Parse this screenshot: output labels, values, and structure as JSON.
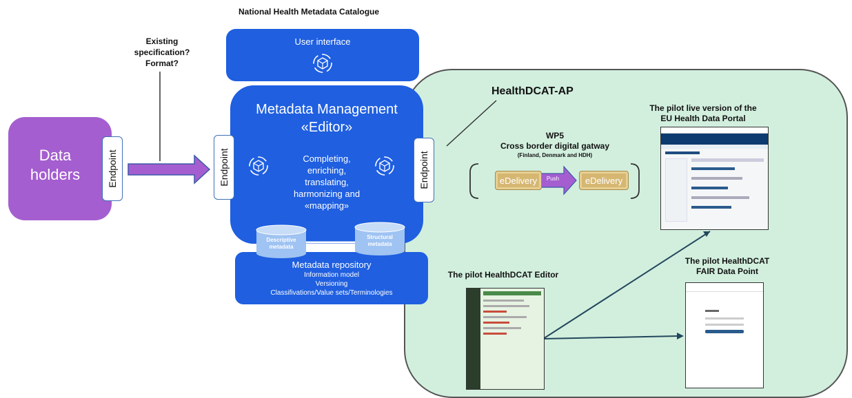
{
  "catalogue_title": "National Health Metadata Catalogue",
  "question": [
    "Existing",
    "specification?",
    "Format?"
  ],
  "data_holders": [
    "Data",
    "holders"
  ],
  "endpoint_label": "Endpoint",
  "user_interface": "User interface",
  "metadata_management": [
    "Metadata Management",
    "«Editor»"
  ],
  "process_text": [
    "Completing,",
    "enriching,",
    "translating,",
    "harmonizing and",
    "«mapping»"
  ],
  "cylinders": {
    "descriptive": [
      "Descriptive",
      "metadata"
    ],
    "structural": [
      "Structural",
      "metadata"
    ]
  },
  "repository": {
    "title": "Metadata repository",
    "lines": [
      "Information model",
      "Versioning",
      "Classifivations/Value sets/Terminologies"
    ]
  },
  "healthdcat_ap": "HealthDCAT-AP",
  "wp5": {
    "title": [
      "WP5",
      "Cross border digital gatway"
    ],
    "subtitle": "(Finland, Denmark and HDH)",
    "edelivery": "eDelivery",
    "push": "Push"
  },
  "pilots": {
    "live_portal": [
      "The pilot live version of the",
      "EU Health Data Portal"
    ],
    "editor": "The pilot HealthDCAT Editor",
    "fair": [
      "The pilot HealthDCAT",
      "FAIR Data Point"
    ]
  },
  "colors": {
    "purple": "#a45ecf",
    "blue": "#1f5fe0",
    "green": "#d2efde",
    "edelivery": "#d6b772"
  },
  "icons": [
    "sync-cube-icon"
  ]
}
